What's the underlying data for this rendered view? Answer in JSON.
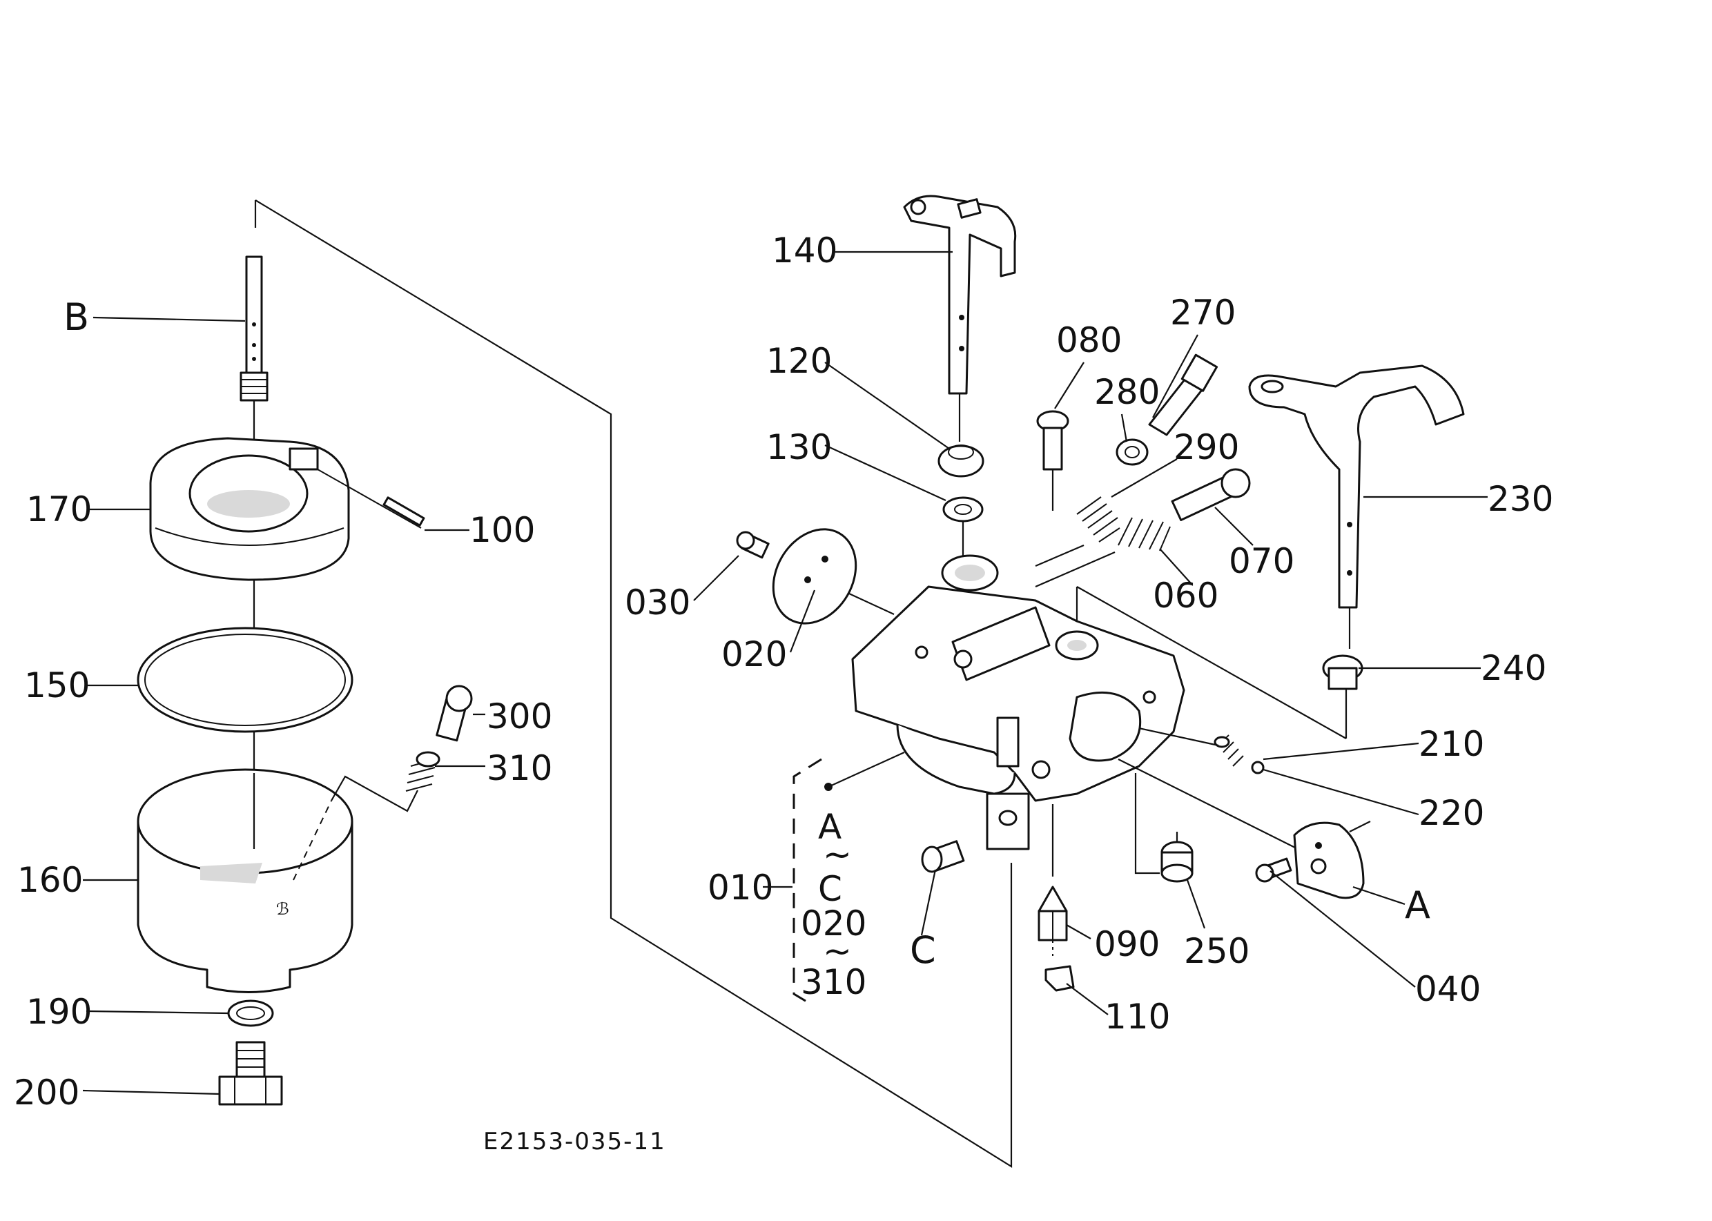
{
  "drawing_code": "E2153-035-11",
  "callouts": {
    "p140": "140",
    "p120": "120",
    "p130": "130",
    "p030": "030",
    "p020": "020",
    "p080": "080",
    "p270": "270",
    "p280": "280",
    "p290": "290",
    "p070": "070",
    "p060": "060",
    "p230": "230",
    "p240": "240",
    "p210": "210",
    "p220": "220",
    "p040": "040",
    "pA_right": "A",
    "p250": "250",
    "p090": "090",
    "p110": "110",
    "pC": "C",
    "p010": "010",
    "pB": "B",
    "p170": "170",
    "p100": "100",
    "p150": "150",
    "p300": "300",
    "p310": "310",
    "p160": "160",
    "p190": "190",
    "p200": "200"
  },
  "range_group": {
    "from1": "A",
    "tilde1": "~",
    "to1": "C",
    "from2": "020",
    "tilde2": "~",
    "to2": "310"
  }
}
